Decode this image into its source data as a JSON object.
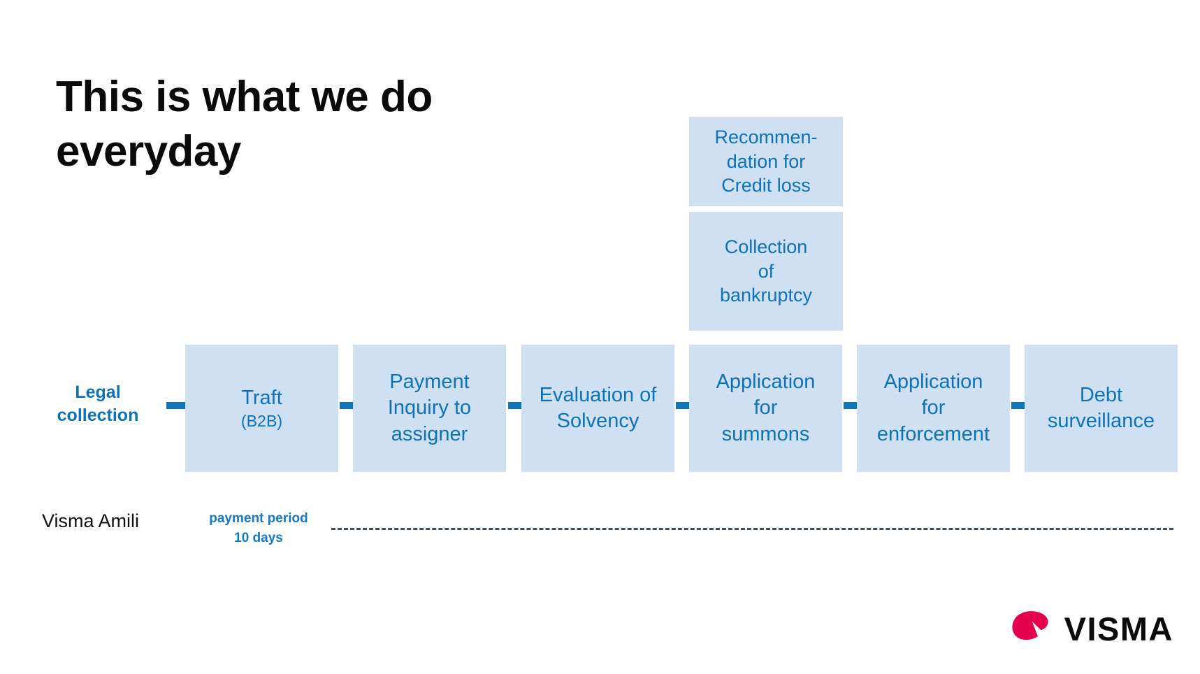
{
  "slide": {
    "title": "This is what we do\neveryday",
    "background_color": "#ffffff"
  },
  "theme": {
    "box_fill": "#cfe0f3",
    "accent_blue": "#0d72b9",
    "arrow_blue": "#0f72ba",
    "dash_color": "#414d61",
    "title_color": "#0a0a0a",
    "logo_red": "#e4004c"
  },
  "row_label": {
    "legal_collection": "Legal\ncollection"
  },
  "side_label": {
    "visma_amili": "Visma Amili"
  },
  "note": {
    "payment_period": "payment period\n10 days"
  },
  "flow": {
    "main_steps": [
      {
        "label": "Traft",
        "sublabel": "(B2B)"
      },
      {
        "label": "Payment\nInquiry to\nassigner",
        "sublabel": ""
      },
      {
        "label": "Evaluation of\nSolvency",
        "sublabel": ""
      },
      {
        "label": "Application\nfor\nsummons",
        "sublabel": ""
      },
      {
        "label": "Application\nfor\nenforcement",
        "sublabel": ""
      },
      {
        "label": "Debt\nsurveillance",
        "sublabel": ""
      }
    ],
    "stacked_steps": [
      {
        "label": "Recommen-\ndation for\nCredit loss"
      },
      {
        "label": "Collection\nof\nbankruptcy"
      }
    ],
    "arrow_count": 6,
    "arrow_icon": "arrow-right-icon"
  },
  "logo": {
    "wordmark": "VISMA",
    "mark_icon": "visma-swoosh-icon"
  }
}
